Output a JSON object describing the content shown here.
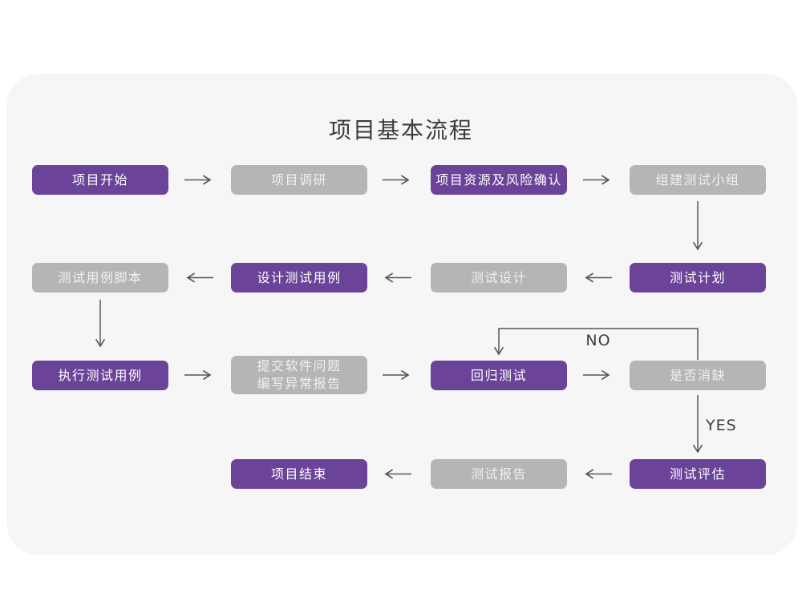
{
  "title": "项目基本流程",
  "colors": {
    "active_node": "#6b4399",
    "inactive_node": "#b5b5b5",
    "canvas_background": "#f6f6f6",
    "connector": "#555555"
  },
  "decision_labels": {
    "no": "NO",
    "yes": "YES"
  },
  "nodes": [
    {
      "label": "项目开始",
      "variant": "purple"
    },
    {
      "label": "项目调研",
      "variant": "gray"
    },
    {
      "label": "项目资源及风险确认",
      "variant": "purple"
    },
    {
      "label": "组建测试小组",
      "variant": "gray"
    },
    {
      "label": "测试用例脚本",
      "variant": "gray"
    },
    {
      "label": "设计测试用例",
      "variant": "purple"
    },
    {
      "label": "测试设计",
      "variant": "gray"
    },
    {
      "label": "测试计划",
      "variant": "purple"
    },
    {
      "label": "执行测试用例",
      "variant": "purple"
    },
    {
      "label": "提交软件问题\n编写异常报告",
      "variant": "gray"
    },
    {
      "label": "回归测试",
      "variant": "purple"
    },
    {
      "label": "是否消缺",
      "variant": "gray"
    },
    {
      "label": "项目结束",
      "variant": "purple"
    },
    {
      "label": "测试报告",
      "variant": "gray"
    },
    {
      "label": "测试评估",
      "variant": "purple"
    }
  ]
}
